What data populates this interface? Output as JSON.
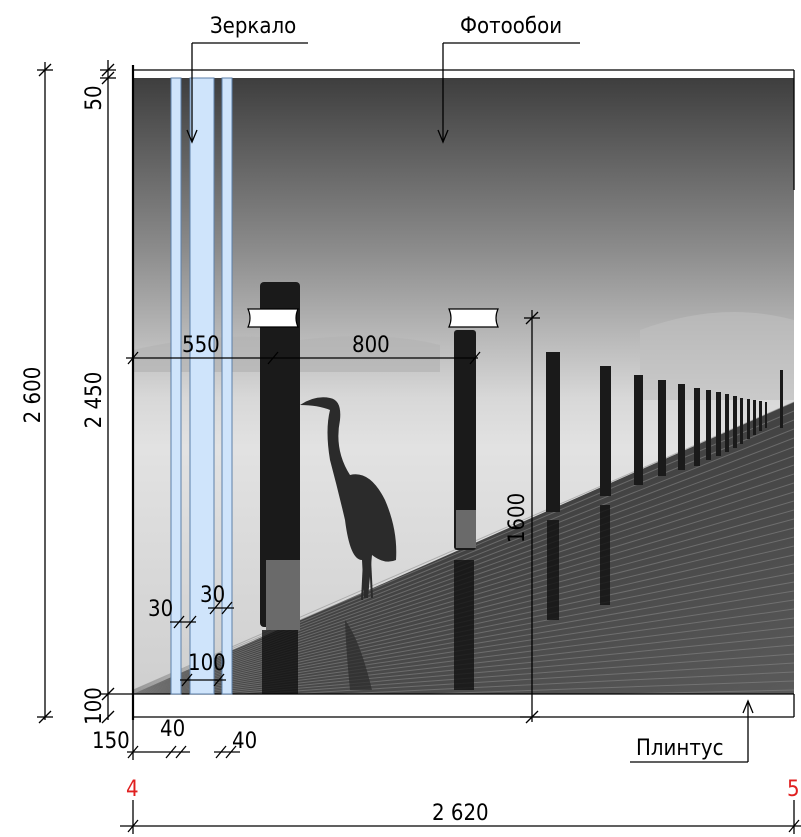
{
  "labels": {
    "mirror": "Зеркало",
    "photo_wallpaper": "Фотообои",
    "baseboard": "Плинтус"
  },
  "dimensions": {
    "total_height": "2 600",
    "wall_height": "2 450",
    "top_gap": "50",
    "bottom_gap": "100",
    "total_width": "2 620",
    "left_offset": "550",
    "sconce_spacing": "800",
    "sconce_height": "1600",
    "strip_width_left": "30",
    "strip_width_right": "30",
    "center_width": "100",
    "left_margin": "150",
    "strip_gap_left": "40",
    "strip_gap_right": "40"
  },
  "axes": {
    "left": "4",
    "right": "5"
  },
  "colors": {
    "mirror_fill": "#cfe4fb",
    "mirror_stroke": "#5c7fa8",
    "axis_red": "#e02020",
    "photo_dark": "#4a4a4a",
    "photo_light": "#d9d9d9"
  }
}
